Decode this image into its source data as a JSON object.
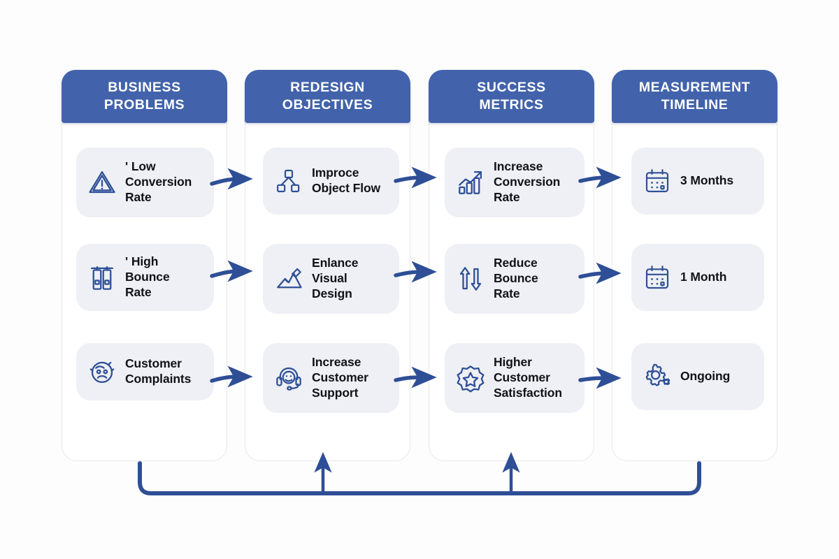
{
  "diagram": {
    "title": "Business Problems to Measurement Timeline flow",
    "accent_color": "#4263ab",
    "card_background": "#eef0f5",
    "text_color": "#111217"
  },
  "columns": [
    {
      "id": "business-problems",
      "header": "BUSINESS\nPROBLEMS",
      "cards": [
        {
          "icon": "warning-triangle-icon",
          "label": "' Low\nConversion\nRate"
        },
        {
          "icon": "server-rack-icon",
          "label": "' High\nBounce\nRate"
        },
        {
          "icon": "sad-face-icon",
          "label": "Customer\nComplaints"
        }
      ]
    },
    {
      "id": "redesign-objectives",
      "header": "REDESIGN\nOBJECTIVES",
      "cards": [
        {
          "icon": "hierarchy-flow-icon",
          "label": "Improce\nObject Flow"
        },
        {
          "icon": "pencil-image-icon",
          "label": "Enlance\nVisual\nDesign"
        },
        {
          "icon": "headset-support-icon",
          "label": "Increase\nCustomer\nSupport"
        }
      ]
    },
    {
      "id": "success-metrics",
      "header": "SUCCESS\nMETRICS",
      "cards": [
        {
          "icon": "growth-chart-icon",
          "label": "Increase\nConversion\nRate"
        },
        {
          "icon": "up-down-arrows-icon",
          "label": "Reduce\nBounce\nRate"
        },
        {
          "icon": "star-badge-icon",
          "label": "Higher\nCustomer\nSatisfaction"
        }
      ]
    },
    {
      "id": "measurement-timeline",
      "header": "MEASUREMENT\nTIMELINE",
      "cards": [
        {
          "icon": "calendar-icon",
          "label": "3 Months"
        },
        {
          "icon": "calendar-icon",
          "label": "1 Month"
        },
        {
          "icon": "gears-icon",
          "label": "Ongoing"
        }
      ]
    }
  ],
  "connectors": {
    "row_arrows": "right-arrow",
    "feedback_loop": "feedback-loop-arrow"
  }
}
